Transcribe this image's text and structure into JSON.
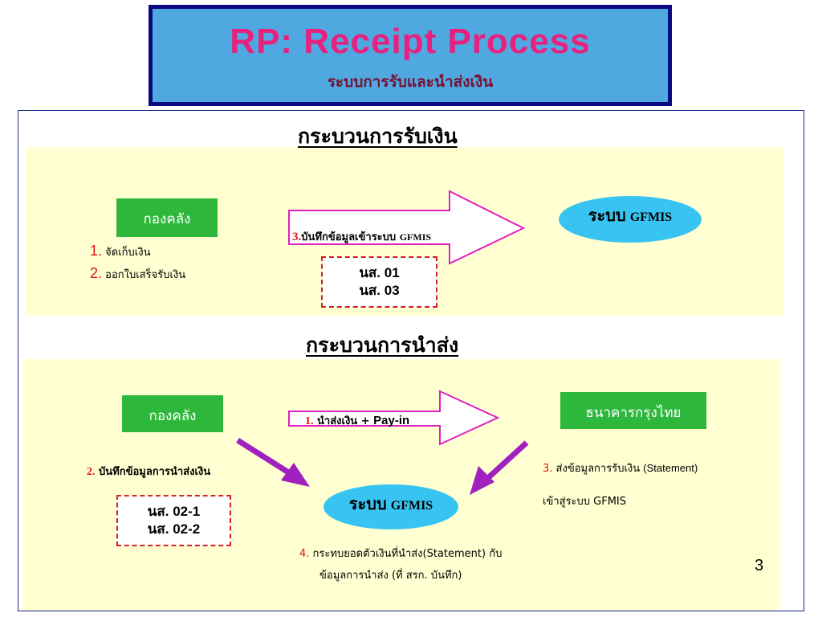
{
  "title": {
    "main": "RP: Receipt  Process",
    "sub": "ระบบการรับและนำส่งเงิน"
  },
  "section1": {
    "heading": "กระบวนการรับเงิน",
    "treasury": "กองคลัง",
    "steps": [
      {
        "num": "1.",
        "text": "จัดเก็บเงิน"
      },
      {
        "num": "2.",
        "text": "ออกใบเสร็จรับเงิน"
      }
    ],
    "arrow": {
      "num": "3.",
      "text": "บันทึกข้อมูลเข้าระบบ",
      "system": "GFMIS"
    },
    "system": {
      "label": "ระบบ",
      "name": "GFMIS"
    },
    "forms": [
      "นส. 01",
      "นส. 03"
    ]
  },
  "section2": {
    "heading": "กระบวนการนำส่ง",
    "treasury": "กองคลัง",
    "bank": "ธนาคารกรุงไทย",
    "arrow": {
      "num": "1.",
      "text": "นำส่งเงิน +",
      "extra": "Pay-in"
    },
    "step2": {
      "num": "2.",
      "text": "บันทึกข้อมูลการนำส่งเงิน"
    },
    "forms": [
      "นส. 02-1",
      "นส. 02-2"
    ],
    "system": {
      "label": "ระบบ",
      "name": "GFMIS"
    },
    "step3": {
      "num": "3.",
      "line1": "ส่งข้อมูลการรับเงิน",
      "line1_extra": "(Statement)",
      "line2": "เข้าสู่ระบบ GFMIS"
    },
    "step4": {
      "num": "4.",
      "line1": "กระทบยอดตัวเงินที่นำส่ง(Statement)  กับ",
      "line2": "ข้อมูลการนำส่ง  (ที่ สรก. บันทึก)"
    }
  },
  "page_number": "3",
  "colors": {
    "title_bg": "#4fa8e0",
    "title_border": "#0a0a80",
    "title_text": "#e8217f",
    "panel_bg": "#ffffd2",
    "green": "#2db83c",
    "ellipse": "#38c4f2",
    "arrow_outline": "#e020c0",
    "diag_arrow": "#a020c0",
    "dashed_red": "#d42020"
  }
}
